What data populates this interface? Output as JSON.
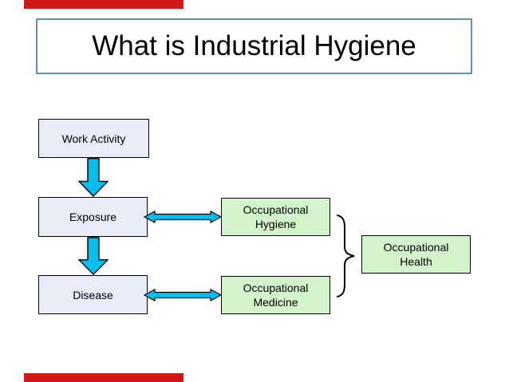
{
  "slide": {
    "title": "What is Industrial Hygiene"
  },
  "diagram": {
    "nodes": {
      "work_activity": {
        "label": "Work Activity"
      },
      "exposure": {
        "label": "Exposure"
      },
      "disease": {
        "label": "Disease"
      },
      "occupational_hygiene": {
        "line1": "Occupational",
        "line2": "Hygiene"
      },
      "occupational_medicine": {
        "line1": "Occupational",
        "line2": "Medicine"
      },
      "occupational_health": {
        "line1": "Occupational",
        "line2": "Health"
      }
    },
    "edges": [
      {
        "from": "Work Activity",
        "to": "Exposure",
        "style": "block-arrow-down"
      },
      {
        "from": "Exposure",
        "to": "Disease",
        "style": "block-arrow-down"
      },
      {
        "from": "Exposure",
        "to": "Occupational Hygiene",
        "style": "double-headed-arrow"
      },
      {
        "from": "Disease",
        "to": "Occupational Medicine",
        "style": "double-headed-arrow"
      },
      {
        "from": "Occupational Hygiene and Occupational Medicine",
        "to": "Occupational Health",
        "style": "curly-brace"
      }
    ]
  },
  "colors": {
    "accent_red": "#d01818",
    "title_border": "#5e90c2",
    "arrow_cyan": "#00bfef",
    "node_blue_fill": "#e7ecf6",
    "node_green_fill": "#d2f3cb",
    "node_border": "#000000"
  }
}
